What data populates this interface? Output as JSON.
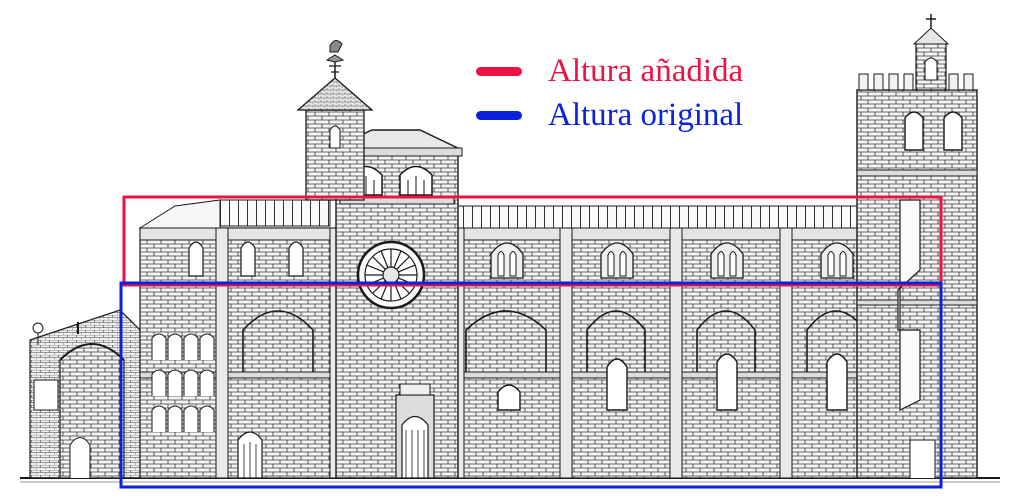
{
  "legend": {
    "items": [
      {
        "id": "added",
        "label": "Altura añadida",
        "color": "#ee1144"
      },
      {
        "id": "original",
        "label": "Altura original",
        "color": "#0a22dd"
      }
    ]
  },
  "drawing": {
    "ink_color": "#1a1a1a",
    "stone_color": "#f4f4f4",
    "window_color": "#ffffff"
  },
  "highlights": {
    "added_box_color": "#ee1144",
    "original_box_color": "#0a22dd"
  }
}
